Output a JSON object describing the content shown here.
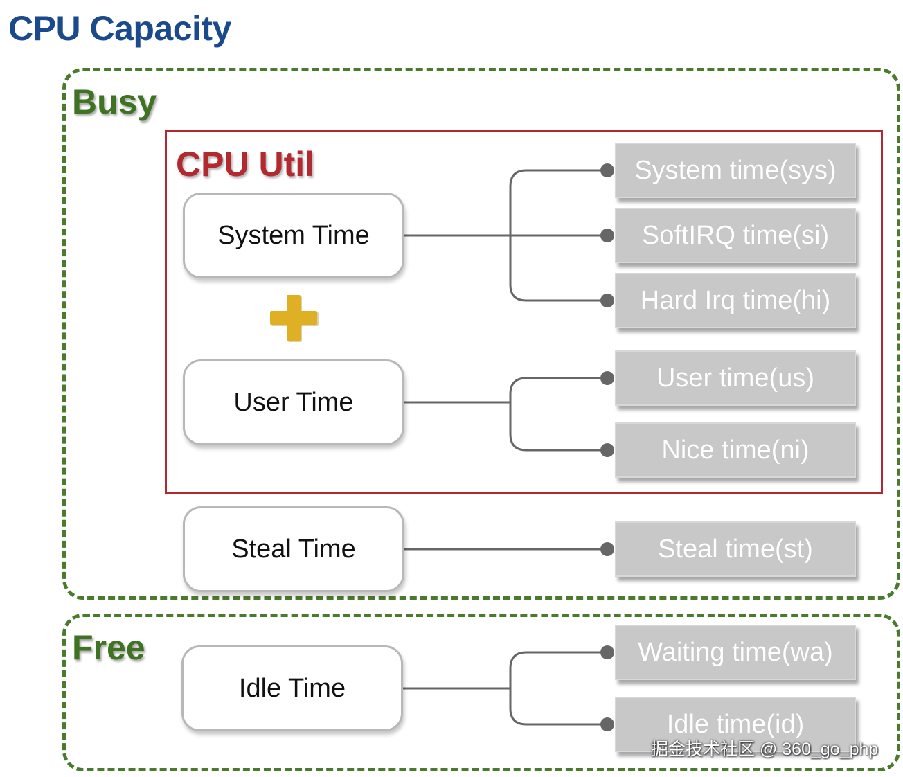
{
  "title": "CPU Capacity",
  "groups": {
    "busy": {
      "label": "Busy"
    },
    "free": {
      "label": "Free"
    }
  },
  "cpu_util": {
    "label": "CPU Util"
  },
  "time_nodes": {
    "system": "System Time",
    "user": "User Time",
    "steal": "Steal Time",
    "idle": "Idle Time"
  },
  "metrics": {
    "sys": "System time(sys)",
    "si": "SoftIRQ time(si)",
    "hi": "Hard Irq time(hi)",
    "us": "User time(us)",
    "ni": "Nice time(ni)",
    "st": "Steal time(st)",
    "wa": "Waiting time(wa)",
    "id": "Idle time(id)"
  },
  "colors": {
    "title": "#1a4a8c",
    "group_border": "#4a7a2c",
    "group_label": "#3f7323",
    "cpu_util": "#b22a30",
    "plus": "#e0b024",
    "connector": "#666666",
    "metric_fill": "#c8c8c8"
  },
  "icons": {
    "operator": "plus-icon"
  },
  "watermark": "掘金技术社区 @ 360_go_php"
}
